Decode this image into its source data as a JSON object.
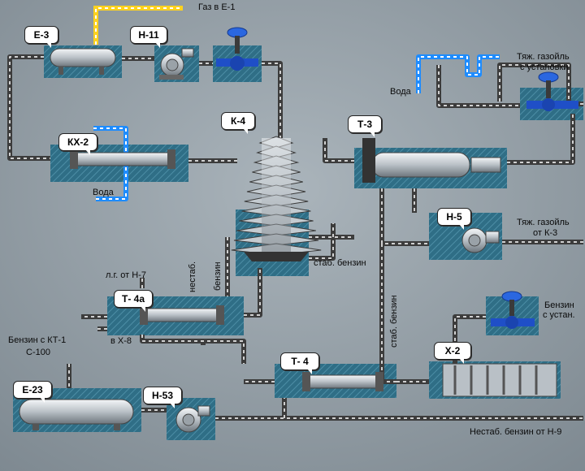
{
  "equipment": {
    "e3": "Е-3",
    "n11": "Н-11",
    "k4": "К-4",
    "t3": "Т-3",
    "kx2": "КХ-2",
    "n5": "Н-5",
    "t4a": "Т- 4а",
    "t4": "Т- 4",
    "x2": "Х-2",
    "e23": "Е-23",
    "n53": "Н-53"
  },
  "labels": {
    "gas_to_e1": "Газ в Е-1",
    "water_top": "Вода",
    "water_kx2": "Вода",
    "heavy_gasoil_unit_1": "Тяж. газойль",
    "heavy_gasoil_unit_2": "с установки",
    "heavy_gasoil_k3_1": "Тяж. газойль",
    "heavy_gasoil_k3_2": "от К-3",
    "stab_gasoline": "стаб. бензин",
    "stab_gasoline_vertical": "стаб. бензин",
    "unstab_1": "нестаб.",
    "unstab_2": "бензин",
    "lg_from_n7": "л.г. от Н-7",
    "to_x8": "в Х-8",
    "gasoline_kt1_1": "Бензин с КТ-1",
    "gasoline_kt1_2": "С-100",
    "gasoline_unit_1": "Бензин",
    "gasoline_unit_2": "с устан.",
    "unstab_from_n9": "Нестаб. бензин от Н-9"
  },
  "colors": {
    "pipe": "#3c3c3c",
    "pipe_dash": "#cfcfcf",
    "water": "#1e8cff",
    "gas": "#ffd21e",
    "pad": "#2f6e86"
  }
}
